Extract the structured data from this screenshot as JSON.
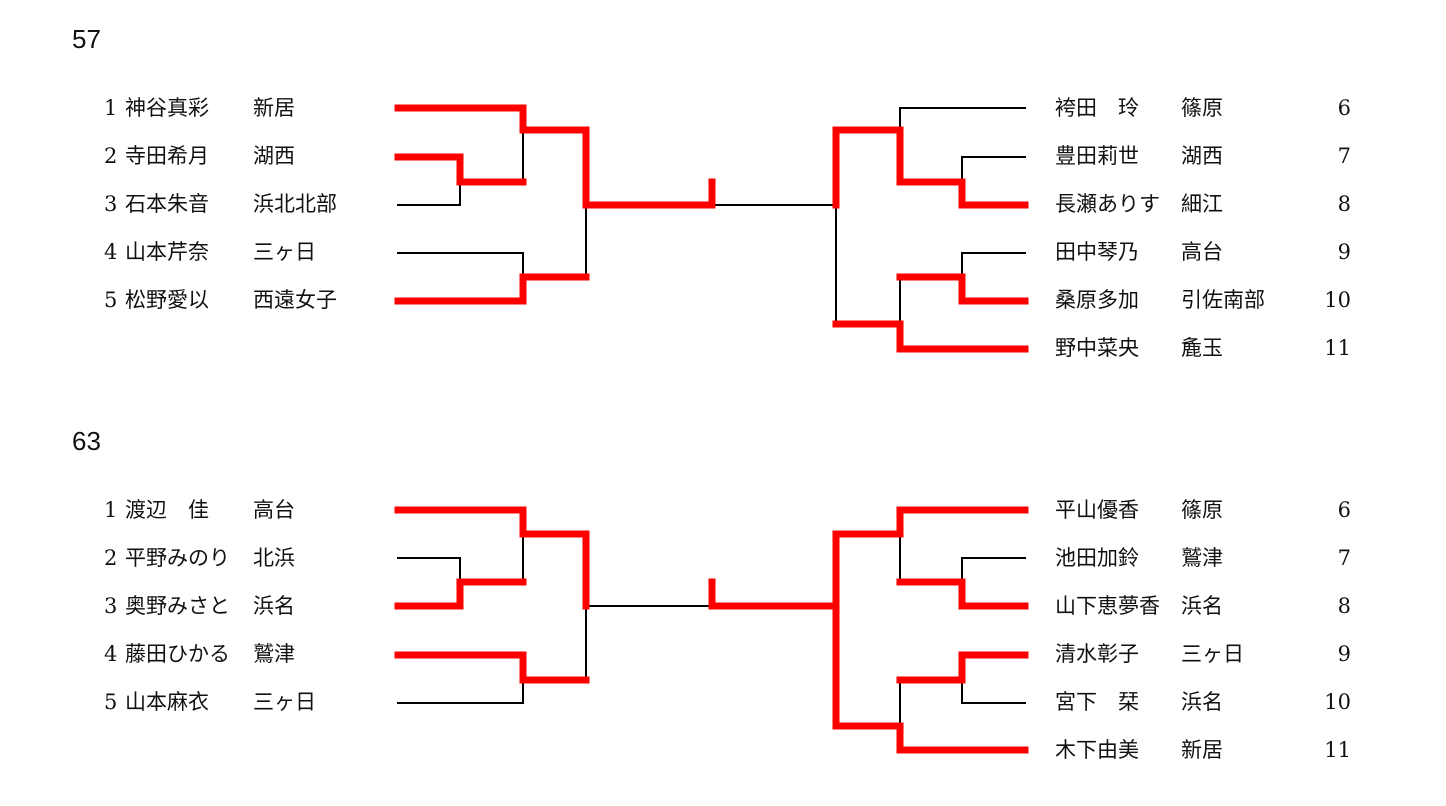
{
  "brackets": [
    {
      "category": "57",
      "left": [
        {
          "seed": "1",
          "name": "神谷真彩",
          "school": "新居"
        },
        {
          "seed": "2",
          "name": "寺田希月",
          "school": "湖西"
        },
        {
          "seed": "3",
          "name": "石本朱音",
          "school": "浜北北部"
        },
        {
          "seed": "4",
          "name": "山本芹奈",
          "school": "三ヶ日"
        },
        {
          "seed": "5",
          "name": "松野愛以",
          "school": "西遠女子"
        }
      ],
      "right": [
        {
          "seed": "6",
          "name": "袴田　玲",
          "school": "篠原"
        },
        {
          "seed": "7",
          "name": "豊田莉世",
          "school": "湖西"
        },
        {
          "seed": "8",
          "name": "長瀬ありす",
          "school": "細江"
        },
        {
          "seed": "9",
          "name": "田中琴乃",
          "school": "高台"
        },
        {
          "seed": "10",
          "name": "桑原多加",
          "school": "引佐南部"
        },
        {
          "seed": "11",
          "name": "野中菜央",
          "school": "麁玉"
        }
      ]
    },
    {
      "category": "63",
      "left": [
        {
          "seed": "1",
          "name": "渡辺　佳",
          "school": "高台"
        },
        {
          "seed": "2",
          "name": "平野みのり",
          "school": "北浜"
        },
        {
          "seed": "3",
          "name": "奥野みさと",
          "school": "浜名"
        },
        {
          "seed": "4",
          "name": "藤田ひかる",
          "school": "鷲津"
        },
        {
          "seed": "5",
          "name": "山本麻衣",
          "school": "三ヶ日"
        }
      ],
      "right": [
        {
          "seed": "6",
          "name": "平山優香",
          "school": "篠原"
        },
        {
          "seed": "7",
          "name": "池田加鈴",
          "school": "鷲津"
        },
        {
          "seed": "8",
          "name": "山下恵夢香",
          "school": "浜名"
        },
        {
          "seed": "9",
          "name": "清水彰子",
          "school": "三ヶ日"
        },
        {
          "seed": "10",
          "name": "宮下　栞",
          "school": "浜名"
        },
        {
          "seed": "11",
          "name": "木下由美",
          "school": "新居"
        }
      ]
    }
  ],
  "colors": {
    "winner_line": "#ff0000",
    "line": "#000000"
  }
}
